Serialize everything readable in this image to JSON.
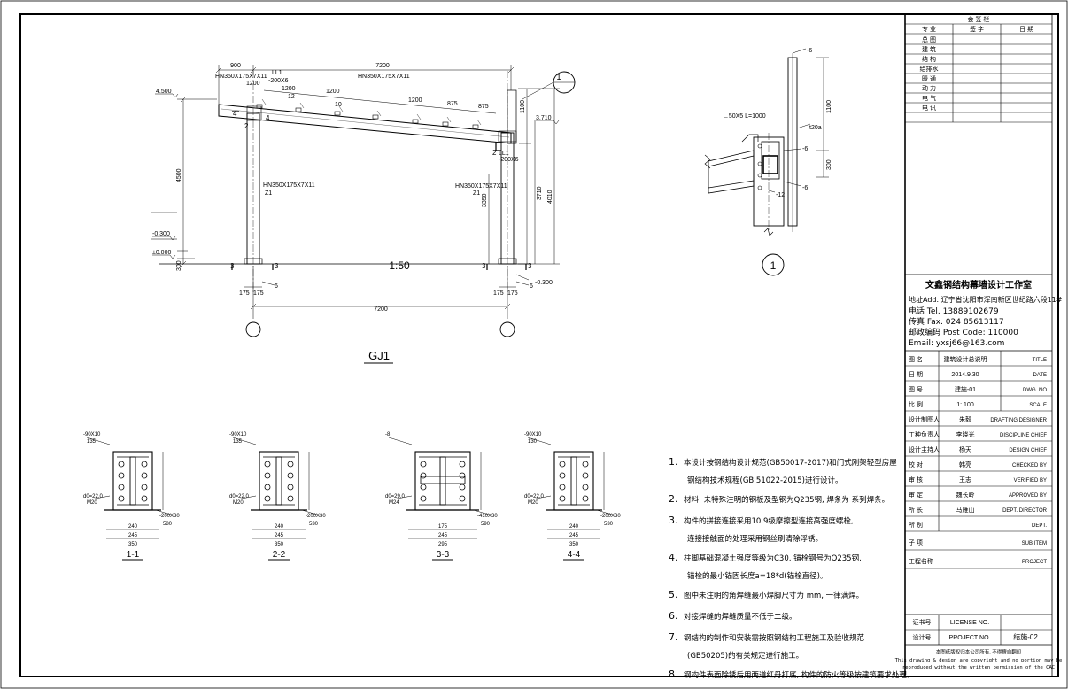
{
  "signoff": {
    "header": "会 签 栏",
    "cols": [
      "专 业",
      "签 字",
      "日 期"
    ],
    "rows": [
      "总 图",
      "建 筑",
      "结 构",
      "给排水",
      "暖 通",
      "动 力",
      "电 气",
      "电 讯"
    ]
  },
  "studio": {
    "name": "文鑫钢结构幕墙设计工作室",
    "addr": "地址Add. 辽宁省沈阳市浑南新区世纪路六段11#",
    "tel": "电话 Tel.  13889102679",
    "fax": "传真 Fax. 024 85613117",
    "post": "邮政编码 Post Code: 110000",
    "email": "Email: yxsj66@163.com"
  },
  "titleblock": [
    {
      "label": "图 名",
      "value": "建筑设计总说明",
      "en": "TITLE"
    },
    {
      "label": "日 期",
      "value": "2014.9.30",
      "en": "DATE"
    },
    {
      "label": "图 号",
      "value": "建施-01",
      "en": "DWG. NO"
    },
    {
      "label": "比 例",
      "value": "1: 100",
      "en": "SCALE"
    },
    {
      "label": "设计制图人",
      "value": "朱毅",
      "en": "DRAFTING DESIGNER"
    },
    {
      "label": "工种负责人",
      "value": "李晓光",
      "en": "DISCIPLINE CHIEF"
    },
    {
      "label": "设计主持人",
      "value": "杨天",
      "en": "DESIGN CHIEF"
    },
    {
      "label": "校 对",
      "value": "韩亮",
      "en": "CHECKED BY"
    },
    {
      "label": "审 核",
      "value": "王志",
      "en": "VERIFIED BY"
    },
    {
      "label": "审 定",
      "value": "魏长岭",
      "en": "APPROVED BY"
    },
    {
      "label": "所 长",
      "value": "马雁山",
      "en": "DEPT. DIRECTOR"
    },
    {
      "label": "所 别",
      "value": "",
      "en": "DEPT."
    },
    {
      "label": "子 项",
      "value": "",
      "en": "SUB ITEM"
    },
    {
      "label": "工程名称",
      "value": "",
      "en": "PROJECT"
    }
  ],
  "license": {
    "label": "证书号",
    "en": "LICENSE NO."
  },
  "projectno": {
    "label": "设计号",
    "en": "PROJECT NO.",
    "value": "结施-02"
  },
  "copyright": {
    "cn": "本图纸版权归本公司所有, 不得擅自翻印",
    "en1": "This drawing & design are copyright and no portion may be",
    "en2": "reproduced without the written permission of the CAC"
  },
  "frame": {
    "title": "GJ1",
    "scale": "1:50",
    "top_span": "7200",
    "bottom_span": "7200",
    "overhang": "900",
    "left_1200": "1200",
    "member_beam": "HN350X175X7X11",
    "member_col_left": "HN350X175X7X11",
    "member_col_right": "HN350X175X7X11",
    "z1": "Z1",
    "ll1": "LL1",
    "ll1_size": "-200X6",
    "ll1_right": "LL1",
    "ll1_right_size": "-200X6",
    "purlin_spacing": [
      "1200",
      "1200",
      "1200",
      "875",
      "875"
    ],
    "purlin_label": "10",
    "elev_top": "4.500",
    "elev_right": "3.710",
    "elev_neg": "-0.300",
    "elev_zero": "±0.000",
    "dim_4500": "4500",
    "dim_3710": "3710",
    "dim_4010": "4010",
    "dim_3350": "3350",
    "dim_1100": "1100",
    "dim_300": "300",
    "col_widths": [
      "175",
      "175"
    ],
    "section_mark": "1",
    "n4": "4",
    "n3": "3",
    "n2": "2",
    "n6": "6",
    "n12": "12",
    "n10": "10",
    "n8": "8"
  },
  "detail1": {
    "label": "1",
    "plate": "-6",
    "angle": "∟50X5 L=1000",
    "t20": "t20a",
    "dim_1100": "1100",
    "dim_300": "300",
    "n12": "-12"
  },
  "sections": [
    {
      "name": "1-1",
      "top": "-90X10",
      "sub": "135",
      "bolt": "M20",
      "hole": "d0=22.0",
      "base": "-200X30",
      "baseb": "580",
      "dims": [
        "240",
        "245",
        "350"
      ]
    },
    {
      "name": "2-2",
      "top": "-90X10",
      "sub": "135",
      "bolt": "M20",
      "hole": "d0=22.0",
      "base": "-200X30",
      "baseb": "530",
      "dims": [
        "240",
        "245",
        "350"
      ]
    },
    {
      "name": "3-3",
      "top": "-8",
      "sub": "",
      "bolt": "M24",
      "hole": "d0=29.0",
      "base": "-410X30",
      "baseb": "590",
      "dims": [
        "175",
        "245",
        "295"
      ]
    },
    {
      "name": "4-4",
      "top": "-90X10",
      "sub": "130",
      "bolt": "M20",
      "hole": "d0=22.0",
      "base": "-200X30",
      "baseb": "530",
      "dims": [
        "240",
        "245",
        "350"
      ]
    }
  ],
  "notes": [
    {
      "n": "1.",
      "lines": [
        "本设计按钢结构设计规范(GB50017-2017)和门式刚架轻型房屋",
        "钢结构技术规程(GB 51022-2015)进行设计。"
      ]
    },
    {
      "n": "2.",
      "lines": [
        "材料: 未特殊注明的钢板及型钢为Q235钢, 焊条为     系列焊条。"
      ]
    },
    {
      "n": "3.",
      "lines": [
        "构件的拼接连接采用10.9级摩擦型连接高强度螺栓,",
        "连接接触面的处理采用钢丝刷清除浮锈。"
      ]
    },
    {
      "n": "4.",
      "lines": [
        "柱脚基础混凝土强度等级为C30, 锚栓钢号为Q235钢,",
        "锚栓的最小锚固长度a=18*d(锚栓直径)。"
      ]
    },
    {
      "n": "5.",
      "lines": [
        "图中未注明的角焊缝最小焊脚尺寸为     mm, 一律满焊。"
      ]
    },
    {
      "n": "6.",
      "lines": [
        "对接焊缝的焊缝质量不低于二级。"
      ]
    },
    {
      "n": "7.",
      "lines": [
        "钢结构的制作和安装需按照钢结构工程施工及验收规范",
        "(GB50205)的有关规定进行施工。"
      ]
    },
    {
      "n": "8.",
      "lines": [
        "钢构件表面除锈后用两道红丹打底, 构件的防火等级按建筑要求处理。"
      ]
    }
  ]
}
